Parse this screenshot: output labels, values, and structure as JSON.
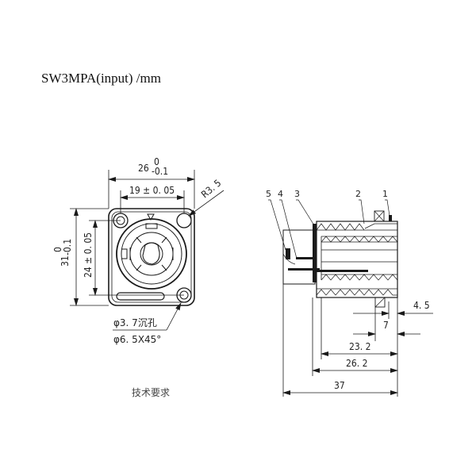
{
  "title": "SW3MPA(input) /mm",
  "footer_note": "技术要求",
  "front_view": {
    "width_dim": "26",
    "width_tol_upper": "0",
    "width_tol_lower": "-0.1",
    "hole_spacing_h": "19 ± 0. 05",
    "corner_radius": "R3. 5",
    "height_dim": "31",
    "height_tol_upper": "0",
    "height_tol_lower": "-0.1",
    "hole_spacing_v": "24 ± 0. 05",
    "hole_note_1": "φ3. 7沉孔",
    "hole_note_2": "φ6. 5X45°"
  },
  "side_view": {
    "part_labels": [
      "5",
      "4",
      "3",
      "2",
      "1"
    ],
    "dimensions": {
      "d_4_5": "4. 5",
      "d_7": "7",
      "d_23_2": "23. 2",
      "d_26_2": "26. 2",
      "d_37": "37"
    }
  },
  "colors": {
    "line": "#1a1a1a",
    "background": "#ffffff"
  }
}
